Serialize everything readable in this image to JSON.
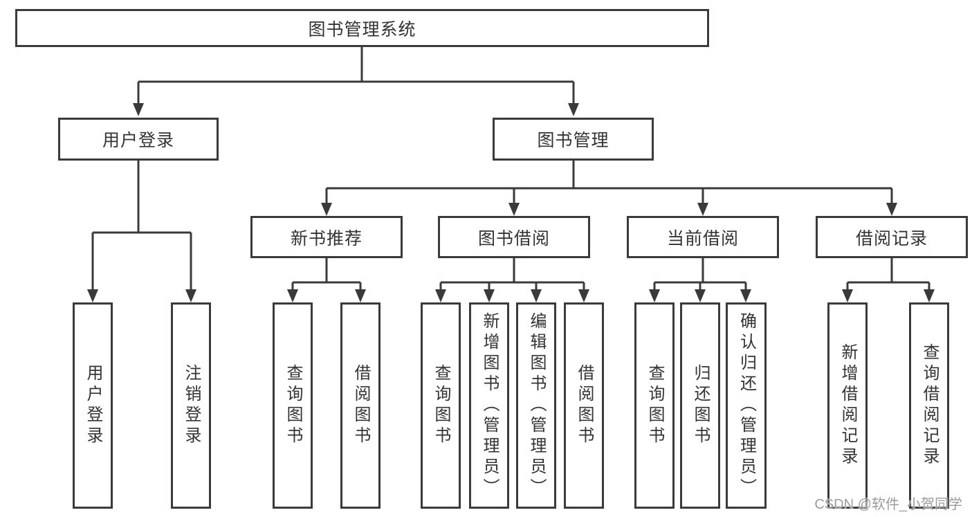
{
  "diagram": {
    "root": {
      "label": "图书管理系统"
    },
    "branches": {
      "user_login": {
        "label": "用户登录",
        "children": {
          "login": "用户登录",
          "logout": "注销登录"
        }
      },
      "book_mgmt": {
        "label": "图书管理"
      }
    },
    "modules": {
      "new_books": {
        "label": "新书推荐",
        "children": {
          "query": "查询图书",
          "borrow": "借阅图书"
        }
      },
      "book_borrow": {
        "label": "图书借阅",
        "children": {
          "query": "查询图书",
          "add": "新增图书（管理员）",
          "edit": "编辑图书（管理员）",
          "borrow": "借阅图书"
        }
      },
      "current_borrow": {
        "label": "当前借阅",
        "children": {
          "query": "查询图书",
          "return": "归还图书",
          "confirm": "确认归还（管理员）"
        }
      },
      "borrow_records": {
        "label": "借阅记录",
        "children": {
          "add": "新增借阅记录",
          "query": "查询借阅记录"
        }
      }
    }
  },
  "watermark": {
    "text": "CSDN @软件_小贺同学"
  },
  "colors": {
    "line": "#3a3a3a",
    "text": "#333333",
    "watermark": "#9b9b9b",
    "background": "#ffffff"
  }
}
